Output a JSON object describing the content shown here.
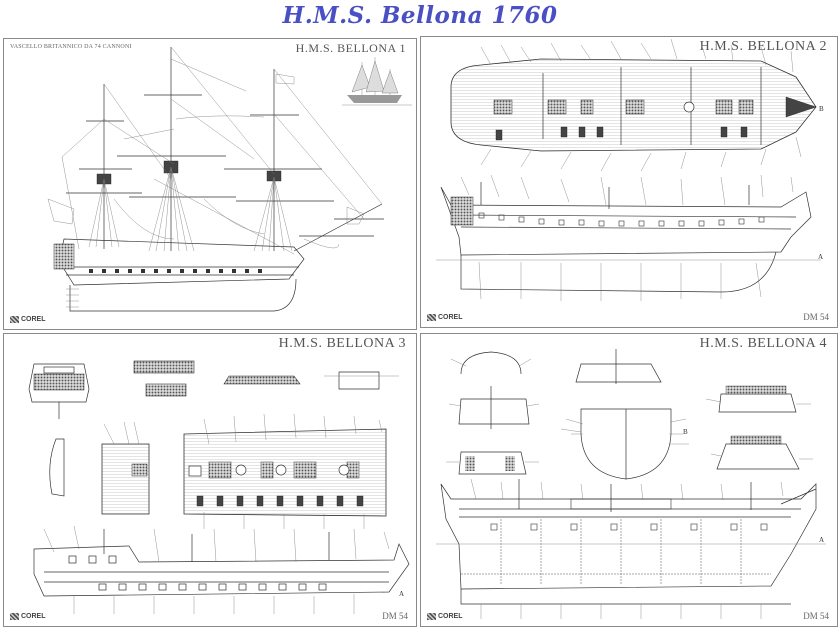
{
  "page": {
    "title": "H.M.S. Bellona 1760",
    "title_color": "#4a4fc4"
  },
  "panels": [
    {
      "number": "1",
      "title": "H.M.S. BELLONA 1",
      "subtitle": "VASCELLO BRITANNICO DA 74 CANNONI",
      "content": "Sail plan / rigging profile with inset perspective sketch",
      "logo": "COREL",
      "code": ""
    },
    {
      "number": "2",
      "title": "H.M.S. BELLONA 2",
      "content": "Deck plan (top view) and hull profile with numbered callouts",
      "logo": "COREL",
      "code": "DM 54",
      "marker_b": "B",
      "marker_a": "A"
    },
    {
      "number": "3",
      "title": "H.M.S. BELLONA 3",
      "content": "Stern details, gratings, gun deck plan and inboard profile",
      "logo": "COREL",
      "code": "DM 54",
      "marker_a": "A"
    },
    {
      "number": "4",
      "title": "H.M.S. BELLONA 4",
      "content": "Cross sections, midship frame and longitudinal section",
      "logo": "COREL",
      "code": "DM 54",
      "marker_b": "B",
      "marker_a": "A"
    }
  ]
}
